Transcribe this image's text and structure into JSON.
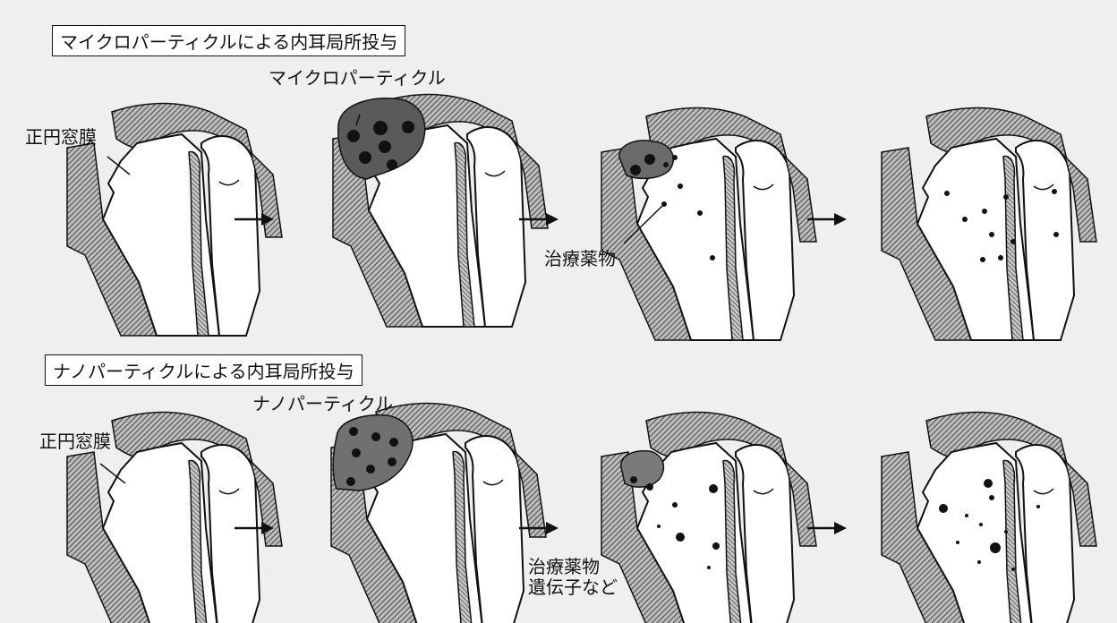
{
  "colors": {
    "background": "#efefef",
    "bone_hatch": "#8a8a8a",
    "inner_ear_fluid": "#ffffff",
    "micro_particle": "#5a5a5a",
    "nano_particle": "#707070",
    "particle_dot": "#111111"
  },
  "rows": [
    {
      "title": "マイクロパーティクルによる内耳局所投与",
      "membrane_label": "正円窓膜",
      "particle_label": "マイクロパーティクル",
      "drug_label": "治療薬物"
    },
    {
      "title": "ナノパーティクルによる内耳局所投与",
      "membrane_label": "正円窓膜",
      "particle_label": "ナノパーティクル",
      "drug_label": "治療薬物\n遺伝子など"
    }
  ],
  "icons": {
    "arrow": "right-arrow-icon",
    "cochlea": "cochlea-section-icon"
  }
}
